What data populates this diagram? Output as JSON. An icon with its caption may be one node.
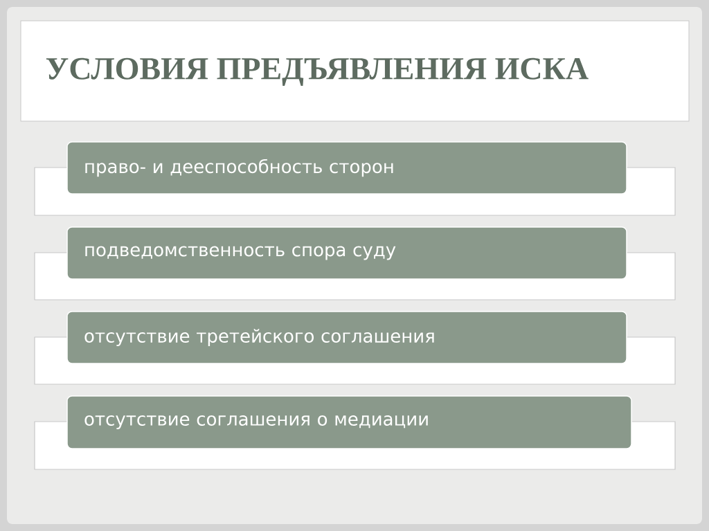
{
  "diagram": {
    "title": "УСЛОВИЯ ПРЕДЪЯВЛЕНИЯ ИСКА",
    "nodes": [
      {
        "text": [
          "право- и дееспособность сторон"
        ]
      },
      {
        "text": [
          "подведомственность спора суду"
        ]
      },
      {
        "text": [
          "отсутствие третейского соглашения"
        ]
      },
      {
        "text": [
          "отсутствие соглашения о медиации"
        ]
      }
    ]
  }
}
